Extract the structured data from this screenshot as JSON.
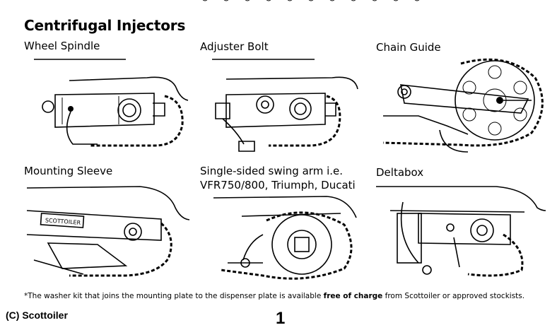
{
  "page_title": "Centrifugal Injectors",
  "sections": [
    {
      "label": "Wheel Spindle"
    },
    {
      "label": "Adjuster Bolt"
    },
    {
      "label": "Chain Guide"
    },
    {
      "label": "Mounting Sleeve",
      "sticker_text": "SCOTTOILER"
    },
    {
      "label_line1": "Single-sided swing arm i.e.",
      "label_line2": "VFR750/800, Triumph, Ducati"
    },
    {
      "label": "Deltabox"
    }
  ],
  "footnote": {
    "before": "*The washer kit that joins the mounting plate to the dispenser plate is available ",
    "bold": "free of charge",
    "after": " from Scottoiler or approved stockists."
  },
  "copyright": "(C) Scottoiler",
  "page_number": "1"
}
